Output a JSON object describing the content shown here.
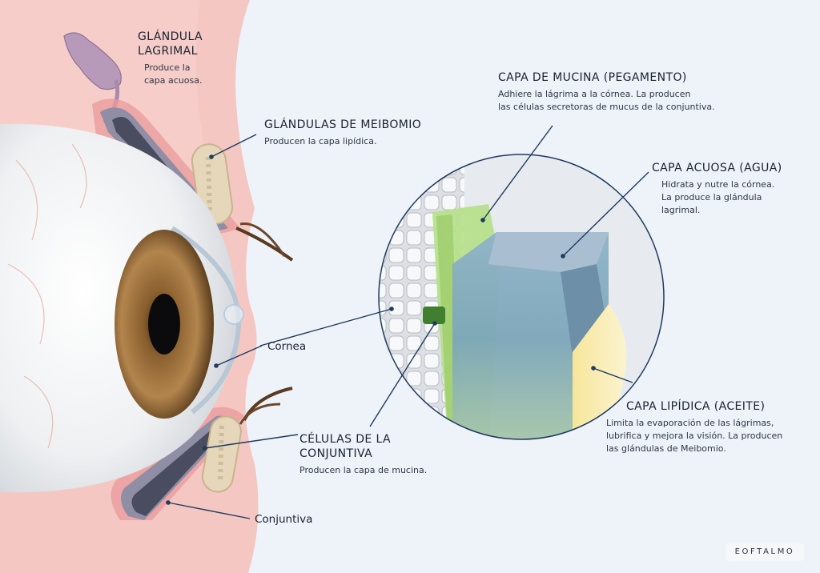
{
  "labels": {
    "lacrimal": {
      "title": "GLÁNDULA\nLAGRIMAL",
      "desc": "Produce la\ncapa acuosa."
    },
    "meibomian": {
      "title": "GLÁNDULAS DE MEIBOMIO",
      "desc": "Producen la capa lipídica."
    },
    "mucin": {
      "title": "CAPA DE MUCINA (PEGAMENTO)",
      "desc": "Adhiere la lágrima a la córnea. La producen\nlas células secretoras de mucus de la conjuntiva."
    },
    "aqueous": {
      "title": "CAPA ACUOSA (AGUA)",
      "desc": "Hidrata y nutre la córnea.\nLa produce la glándula\n   lagrimal."
    },
    "lipid": {
      "title": "CAPA LIPÍDICA (ACEITE)",
      "desc": "Limita la evaporación de las lágrimas,\nlubrifica y mejora la visión. La producen\nlas glándulas de Meibomio."
    },
    "conj_cells": {
      "title": "CÉLULAS DE LA\nCONJUNTIVA",
      "desc": "Producen la capa de mucina."
    },
    "cornea": "Cornea",
    "conjunctiva": "Conjuntiva"
  },
  "logo": "EOFTALMO",
  "colors": {
    "background": "#eef3f9",
    "skin": "#f4c7c3",
    "mucin_layer": "#b6e08a",
    "aqueous_layer": "#8fb3c8",
    "lipid_layer": "#f3df8a",
    "leader_line": "#1f3a5f"
  }
}
